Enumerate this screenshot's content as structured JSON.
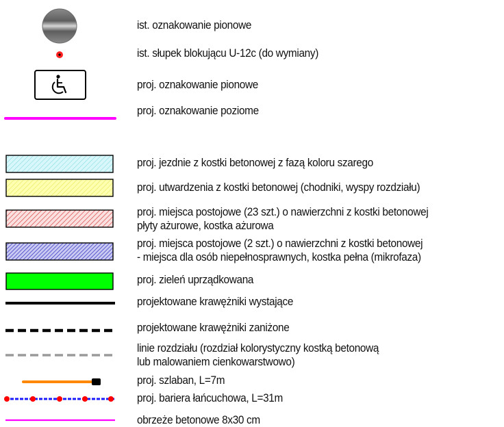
{
  "legend": {
    "items": [
      {
        "symbol": "grey-disc",
        "text": "ist. oznakowanie pionowe"
      },
      {
        "symbol": "red-dot",
        "text": "ist. słupek blokującu U-12c (do wymiany)"
      },
      {
        "symbol": "disabled-sign",
        "text": "proj. oznakowanie pionowe"
      },
      {
        "symbol": "magenta-line",
        "text": "proj. oznakowanie poziome"
      },
      {
        "symbol": "cyan-hatch",
        "text": "proj. jezdnie z kostki betonowej z fazą koloru szarego"
      },
      {
        "symbol": "yellow-hatch",
        "text": "proj. utwardzenia z kostki betonowej (chodniki, wyspy rozdziału)"
      },
      {
        "symbol": "red-hatch",
        "text": "proj. miejsca postojowe (23 szt.) o nawierzchni z kostki betonowej",
        "text2": "płyty ażurowe, kostka ażurowa"
      },
      {
        "symbol": "blue-hatch",
        "text": "proj. miejsca postojowe (2 szt.) o nawierzchni z kostki betonowej",
        "text2": "- miejsca dla osób niepełnosprawnych, kostka pełna (mikrofaza)"
      },
      {
        "symbol": "green-fill",
        "text": "proj. zieleń uprządkowana"
      },
      {
        "symbol": "black-line",
        "text": "projektowane krawężniki wystające"
      },
      {
        "symbol": "black-dashed",
        "text": "projektowane krawężniki zaniżone"
      },
      {
        "symbol": "grey-dashed",
        "text": "linie rozdziału (rozdział kolorystyczny kostką betonową",
        "text2": "lub malowaniem cienkowarstwowo)"
      },
      {
        "symbol": "barrier",
        "text": "proj. szlaban, L=7m"
      },
      {
        "symbol": "chain",
        "text": "proj. bariera łańcuchowa, L=31m"
      },
      {
        "symbol": "magenta-thin",
        "text": "obrzeże betonowe 8x30 cm"
      }
    ]
  },
  "colors": {
    "magenta": "#ff00ff",
    "cyan": "#bdf3f7",
    "yellow": "#ffff9e",
    "red_hatch": "#e05050",
    "blue_hatch": "#3b3bd0",
    "green": "#00ff00",
    "orange": "#ff8800",
    "chain_blue": "#1a1aff",
    "chain_red": "#ff0000",
    "grey_dash": "#9a9a9a"
  }
}
